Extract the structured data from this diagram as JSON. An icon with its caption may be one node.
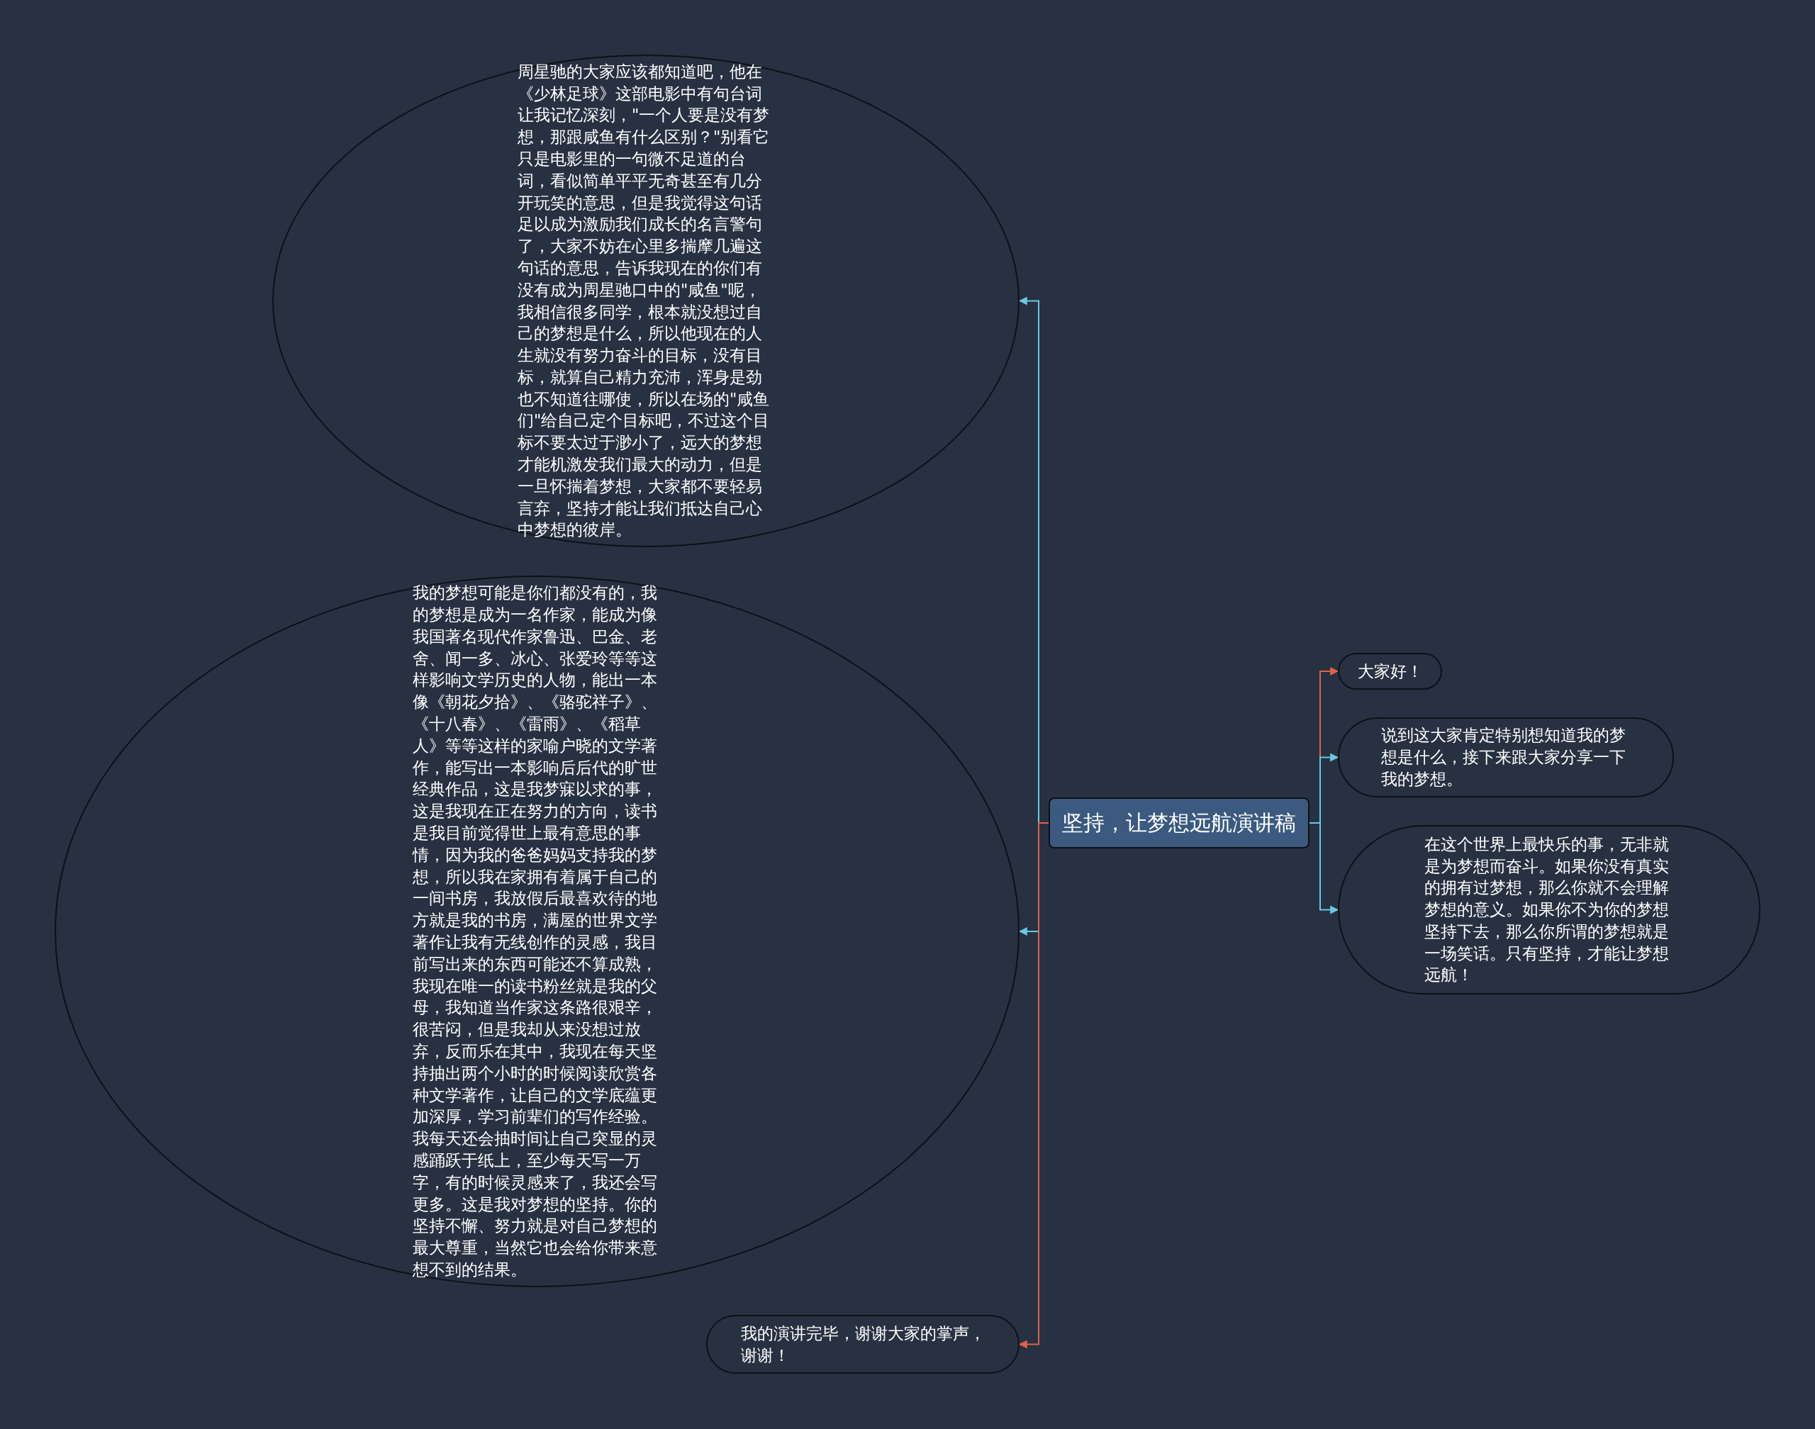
{
  "diagram": {
    "nodes": [
      {
        "text": [
          "坚持，让梦想远航演讲稿"
        ]
      },
      {
        "text": [
          "周星驰的大家应该都知道吧，他在《少林足球》这部电影中有句台词让我记忆深刻，\"一个人要是没有梦想，那跟咸鱼有什么区别？\"别看它只是电影里的一句微不足道的台词，看似简单平平无奇甚至有几分开玩笑的意思，但是我觉得这句话足以成为激励我们成长的名言警句了，大家不妨在心里多揣摩几遍这句话的意思，告诉我现在的你们有没有成为周星驰口中的\"咸鱼\"呢，我相信很多同学，根本就没想过自己的梦想是什么，所以他现在的人生就没有努力奋斗的目标，没有目标，就算自己精力充沛，浑身是劲也不知道往哪使，所以在场的\"咸鱼们\"给自己定个目标吧，不过这个目标不要太过于渺小了，远大的梦想才能机激发我们最大的动力，但是一旦怀揣着梦想，大家都不要轻易言弃，坚持才能让我们抵达自己心中梦想的彼岸。"
        ]
      },
      {
        "text": [
          "我的梦想可能是你们都没有的，我的梦想是成为一名作家，能成为像我国著名现代作家鲁迅、巴金、老舍、闻一多、冰心、张爱玲等等这样影响文学历史的人物，能出一本像《朝花夕拾》、《骆驼祥子》、《十八春》、《雷雨》、《稻草人》等等这样的家喻户晓的文学著作，能写出一本影响后后代的旷世经典作品，这是我梦寐以求的事，这是我现在正在努力的方向，读书是我目前觉得世上最有意思的事情，因为我的爸爸妈妈支持我的梦想，所以我在家拥有着属于自己的一间书房，我放假后最喜欢待的地方就是我的书房，满屋的世界文学著作让我有无线创作的灵感，我目前写出来的东西可能还不算成熟，我现在唯一的读书粉丝就是我的父母，我知道当作家这条路很艰辛，很苦闷，但是我却从来没想过放弃，反而乐在其中，我现在每天坚持抽出两个小时的时候阅读欣赏各种文学著作，让自己的文学底蕴更加深厚，学习前辈们的写作经验。我每天还会抽时间让自己突显的灵感踊跃于纸上，至少每天写一万字，有的时候灵感来了，我还会写更多。这是我对梦想的坚持。你的坚持不懈、努力就是对自己梦想的最大尊重，当然它也会给你带来意想不到的结果。"
        ]
      },
      {
        "text": [
          "我的演讲完毕，谢谢大家的掌声，谢谢！"
        ]
      },
      {
        "text": [
          "大家好！"
        ]
      },
      {
        "text": [
          "说到这大家肯定特别想知道我的梦想是什么，接下来跟大家分享一下我的梦想。"
        ]
      },
      {
        "text": [
          "在这个世界上最快乐的事，无非就是为梦想而奋斗。如果你没有真实的拥有过梦想，那么你就不会理解梦想的意义。如果你不为你的梦想坚持下去，那么你所谓的梦想就是一场笑话。只有坚持，才能让梦想远航！"
        ]
      }
    ],
    "edges": [
      {
        "from": 0,
        "to": 1,
        "arrow": "to"
      },
      {
        "from": 0,
        "to": 2,
        "arrow": "to"
      },
      {
        "from": 0,
        "to": 3,
        "arrow": "to",
        "color": "#e0604a"
      },
      {
        "from": 0,
        "to": 4,
        "arrow": "to",
        "color": "#e0604a"
      },
      {
        "from": 0,
        "to": 5,
        "arrow": "to"
      },
      {
        "from": 0,
        "to": 6,
        "arrow": "to"
      }
    ]
  }
}
